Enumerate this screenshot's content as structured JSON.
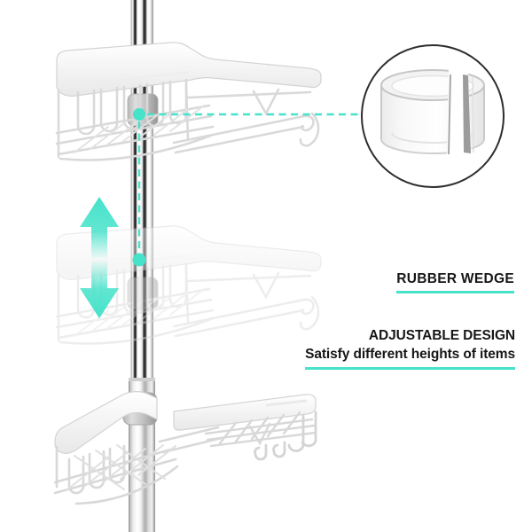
{
  "page": {
    "background_color": "#ffffff",
    "accent_color": "#46E2CA",
    "text_color": "#161616",
    "description": "Corner shower caddy tension pole product diagram"
  },
  "callouts": {
    "rubber_wedge": {
      "label": "RUBBER WEDGE"
    },
    "adjustable_design": {
      "title": "ADJUSTABLE DESIGN",
      "subtitle": "Satisfy different heights of items"
    }
  },
  "icons": {
    "adjust_arrows": "up-down-arrows-icon",
    "callout_dot_top": "callout-dot",
    "callout_dot_middle": "callout-dot",
    "detail_circle": "rubber-wedge-detail-circle"
  }
}
